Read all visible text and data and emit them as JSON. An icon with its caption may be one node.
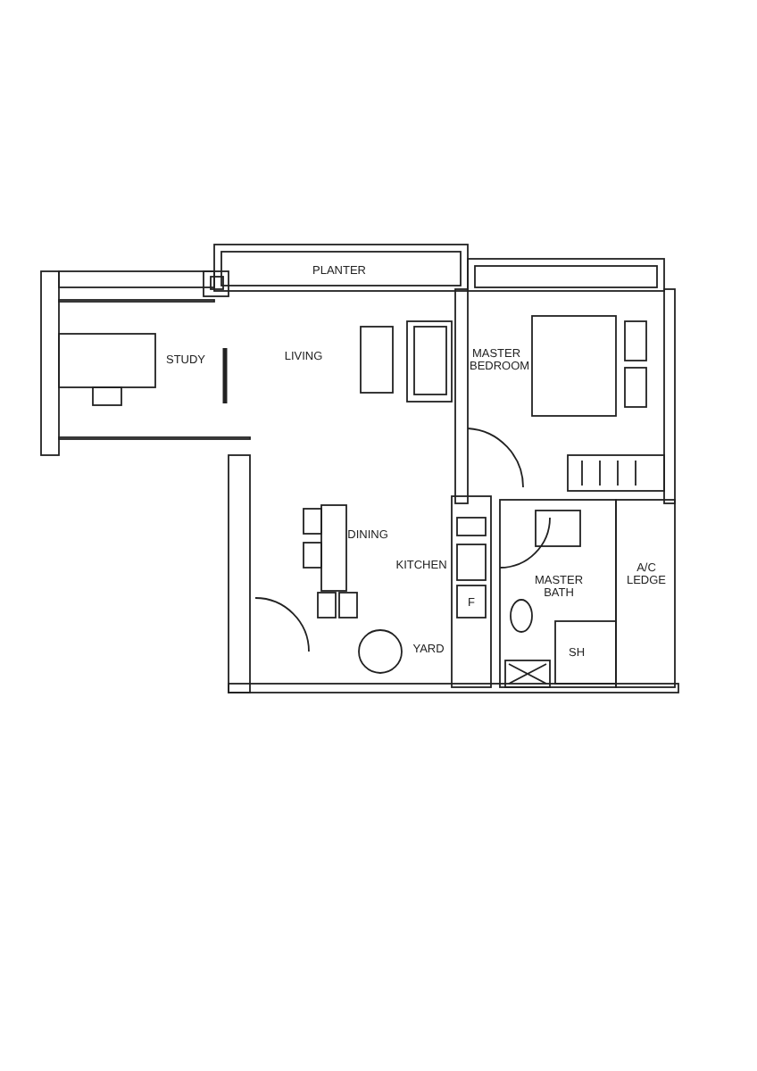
{
  "diagram": {
    "labels": [
      "PLANTER",
      "STUDY",
      "LIVING",
      "MASTER BEDROOM",
      "DINING",
      "KITCHEN",
      "F",
      "MASTER BATH",
      "A/C LEDGE",
      "YARD",
      "SH"
    ]
  }
}
